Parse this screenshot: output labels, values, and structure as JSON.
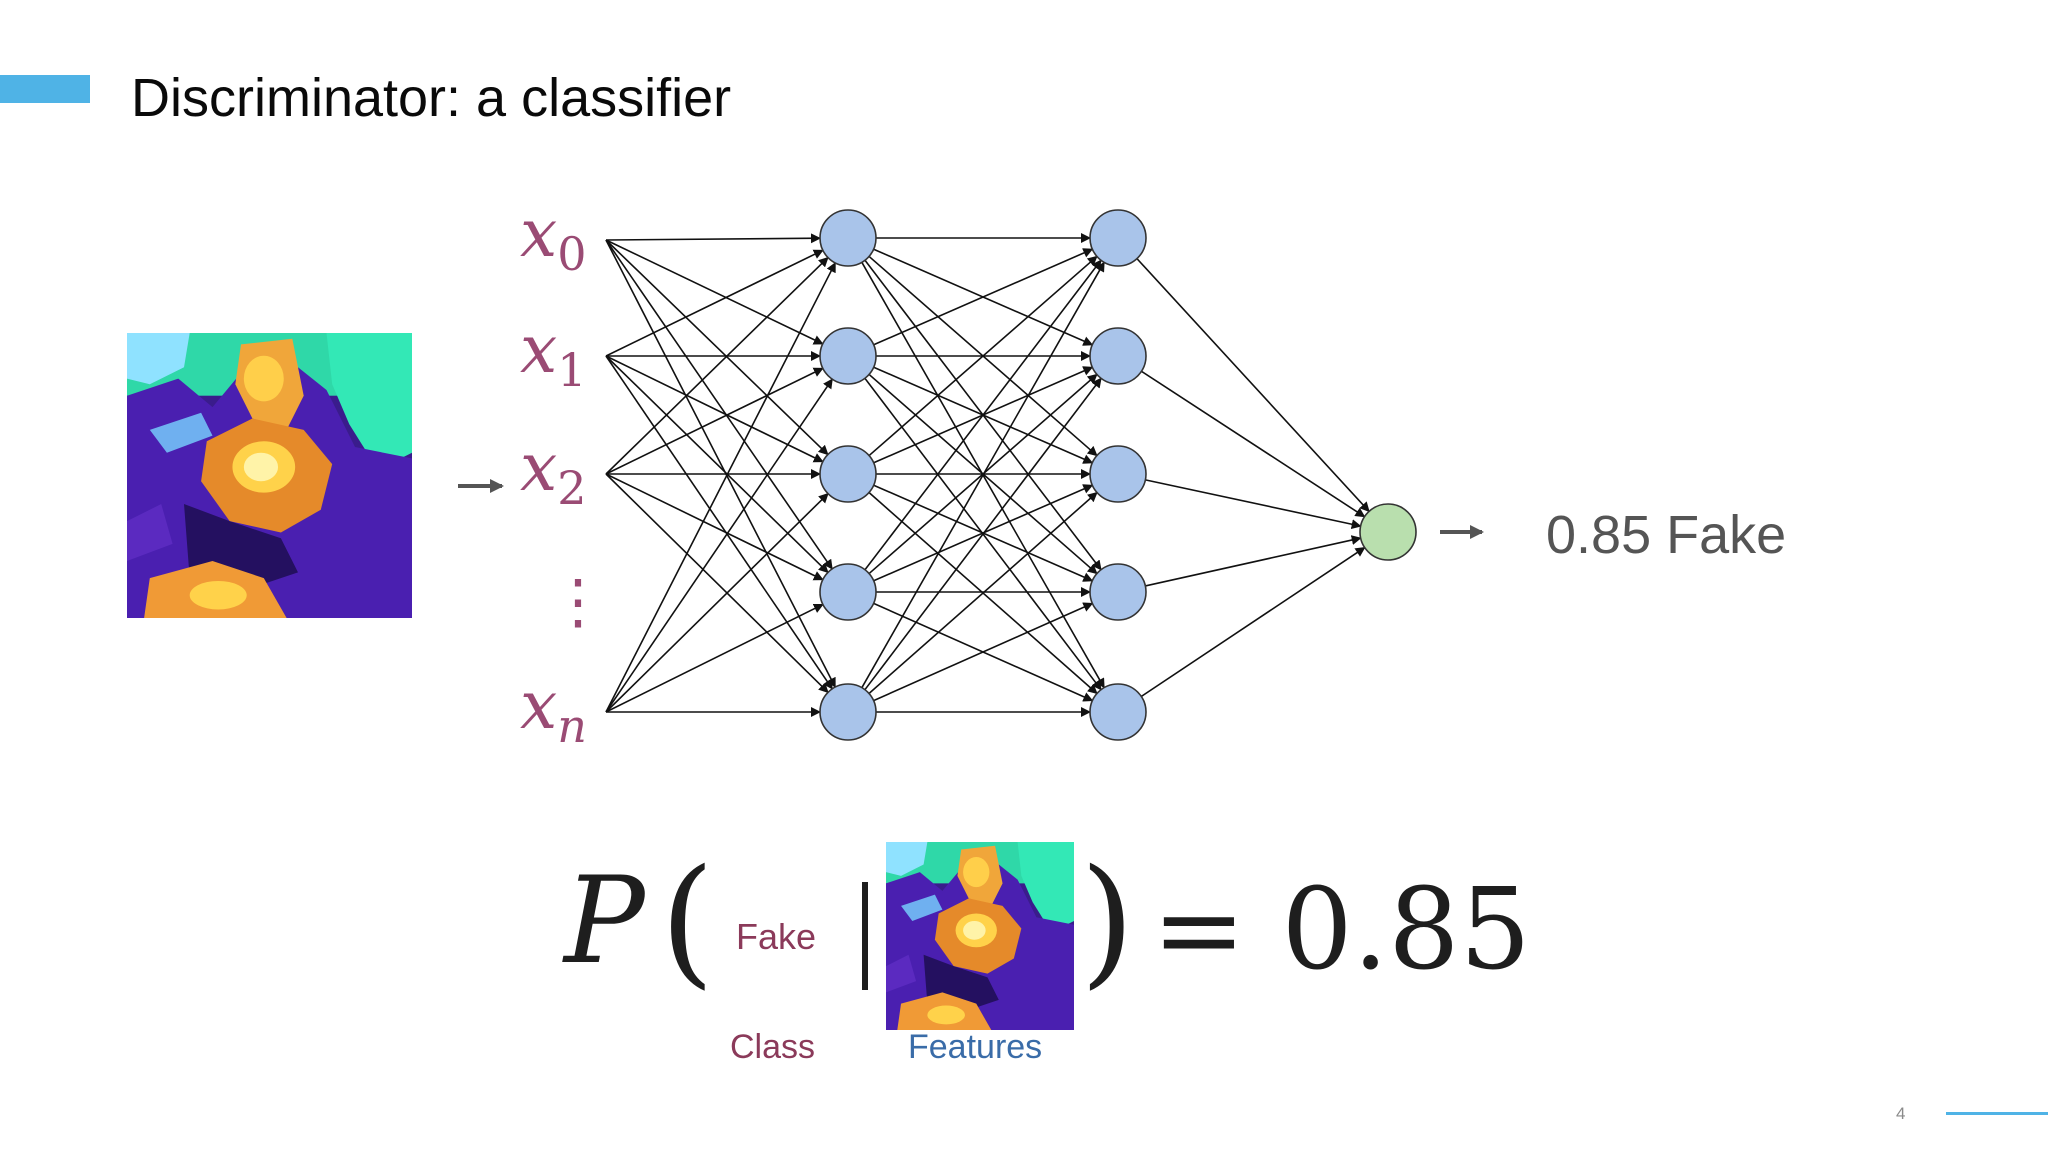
{
  "slide": {
    "title": "Discriminator: a classifier",
    "page_number": "4"
  },
  "network": {
    "inputs": [
      {
        "base": "x",
        "sub": "0"
      },
      {
        "base": "x",
        "sub": "1"
      },
      {
        "base": "x",
        "sub": "2"
      },
      {
        "base": "x",
        "sub": "n"
      }
    ],
    "ellipsis": "⋮",
    "hidden_layers": 2,
    "nodes_per_hidden_layer": 5,
    "hidden_node_color": "#a9c4ea",
    "output_node_color": "#b9dfae",
    "output_label": "0.85 Fake",
    "label_color": "#9a4b74"
  },
  "formula": {
    "prefix": "P",
    "class_value": "Fake",
    "result": "= 0.85",
    "class_caption": "Class",
    "features_caption": "Features"
  }
}
